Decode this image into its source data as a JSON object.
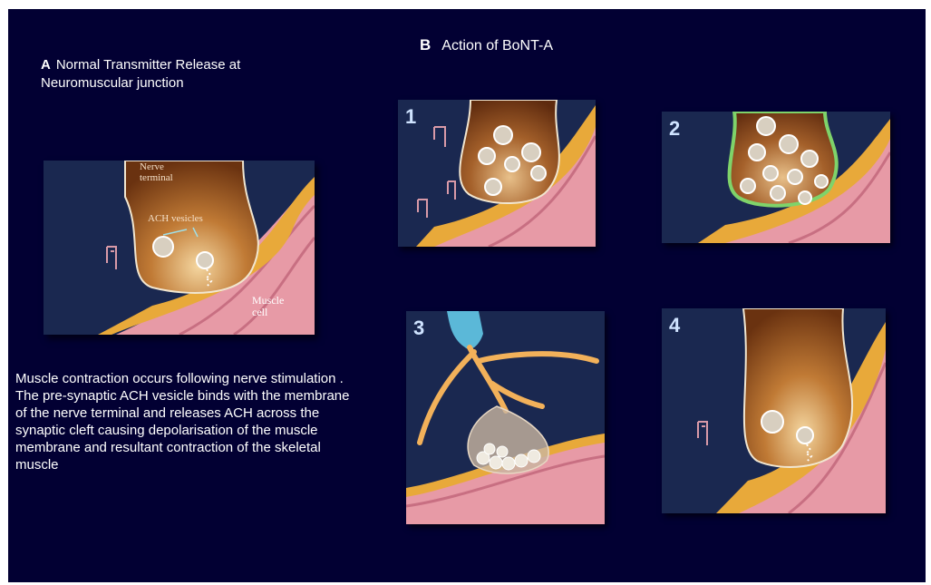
{
  "panel_a": {
    "letter": "A",
    "title": "Normal Transmitter Release at Neuromuscular junction",
    "label_nerve": "Nerve terminal",
    "label_vesicles": "ACH vesicles",
    "label_muscle": "Muscle cell"
  },
  "panel_b": {
    "letter": "B",
    "title": "Action of BoNT-A",
    "steps": [
      "1",
      "2",
      "3",
      "4"
    ]
  },
  "description": "Muscle contraction occurs following nerve stimulation . The pre-synaptic ACH vesicle binds with the membrane of the nerve terminal  and  releases ACH across the synaptic cleft causing depolarisation of the muscle membrane and resultant contraction of the skeletal muscle",
  "colors": {
    "background": "#020033",
    "nerve": "#7a3b12",
    "membrane": "#e8a93a",
    "muscle": "#e79aa6",
    "vesicle": "#d8cfc0",
    "toxin_membrane": "#7fd36a",
    "axon": "#5bb8d8"
  }
}
